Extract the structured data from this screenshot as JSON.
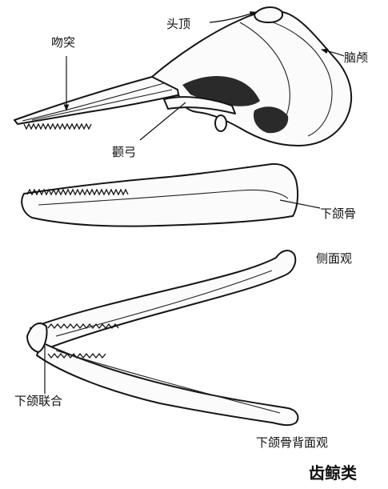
{
  "labels": {
    "rostrum": "吻突",
    "vertex": "头顶",
    "braincase": "脑颅",
    "zygomatic_arch": "颧弓",
    "mandible": "下颌骨",
    "lateral_view": "侧面观",
    "mandibular_symphysis": "下颌联合",
    "mandible_dorsal_view": "下颌骨背面观"
  },
  "title": "齿鲸类"
}
